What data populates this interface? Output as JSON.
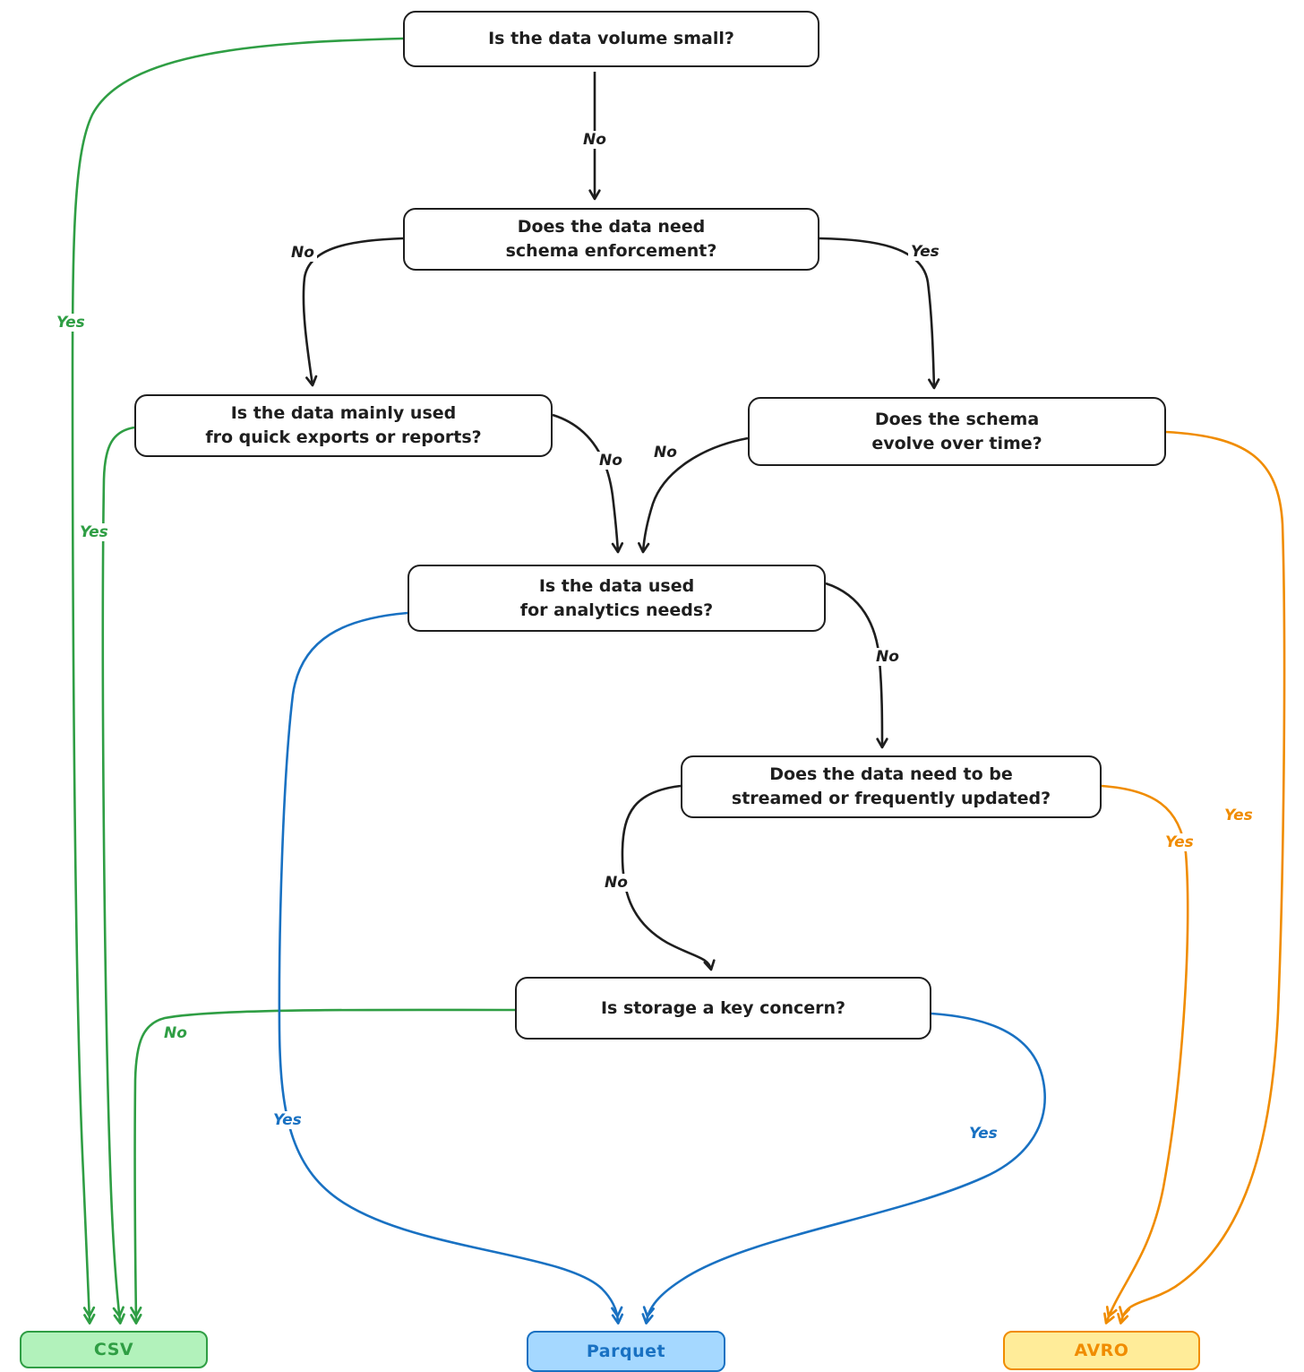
{
  "diagram": {
    "nodes": {
      "volume_small": {
        "lines": [
          "Is the data volume small?"
        ]
      },
      "schema_enforcement": {
        "lines": [
          "Does the data need",
          "schema enforcement?"
        ]
      },
      "quick_exports": {
        "lines": [
          "Is the data mainly used",
          "fro quick exports or reports?"
        ]
      },
      "schema_evolve": {
        "lines": [
          "Does the schema",
          "evolve over time?"
        ]
      },
      "analytics": {
        "lines": [
          "Is the data used",
          "for analytics needs?"
        ]
      },
      "streamed": {
        "lines": [
          "Does the data need to be",
          "streamed or frequently updated?"
        ]
      },
      "storage": {
        "lines": [
          "Is storage a key concern?"
        ]
      }
    },
    "terminals": {
      "csv": {
        "label": "CSV"
      },
      "parquet": {
        "label": "Parquet"
      },
      "avro": {
        "label": "AVRO"
      }
    },
    "edge_labels": {
      "volume_no": "No",
      "volume_yes": "Yes",
      "enforcement_no": "No",
      "enforcement_yes": "Yes",
      "exports_yes": "Yes",
      "exports_no": "No",
      "evolve_no": "No",
      "evolve_yes": "Yes",
      "analytics_yes": "Yes",
      "analytics_no": "No",
      "streamed_no": "No",
      "streamed_yes": "Yes",
      "storage_no": "No",
      "storage_yes": "Yes"
    },
    "colors": {
      "line_black": "#1e1e1e",
      "green": "#2f9e44",
      "green_fill": "#b2f2bb",
      "blue": "#1971c2",
      "blue_fill": "#a5d8ff",
      "orange": "#f08c00",
      "orange_fill": "#ffec99"
    }
  }
}
